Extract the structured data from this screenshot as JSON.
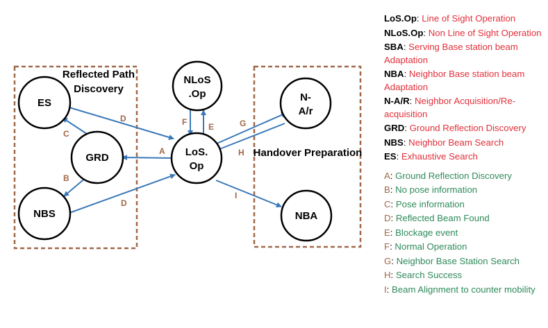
{
  "colors": {
    "group_border": "#a0684a",
    "arrow": "#3a78b8",
    "edge_label": "#a0684a",
    "state_desc": "#e0303a",
    "transition_desc": "#2f8a5a"
  },
  "groups": {
    "reflected_path": {
      "title_line1": "Reflected Path",
      "title_line2": "Discovery"
    },
    "handover": {
      "title": "Handover Preparation"
    }
  },
  "nodes": {
    "es": {
      "line1": "ES"
    },
    "grd": {
      "line1": "GRD"
    },
    "nbs": {
      "line1": "NBS"
    },
    "nlos": {
      "line1": "NLoS",
      "line2": ".Op"
    },
    "los": {
      "line1": "LoS.",
      "line2": "Op"
    },
    "nar": {
      "line1": "N-",
      "line2": "A/r"
    },
    "nba": {
      "line1": "NBA"
    }
  },
  "edges": {
    "a": "A",
    "b": "B",
    "c": "C",
    "d_es": "D",
    "d_nbs": "D",
    "e": "E",
    "f": "F",
    "g": "G",
    "h": "H",
    "i": "I"
  },
  "legend": {
    "states": [
      {
        "key": "LoS.Op",
        "value": "Line of Sight Operation"
      },
      {
        "key": "NLoS.Op",
        "value": "Non Line of Sight Operation"
      },
      {
        "key": "SBA",
        "value": "Serving Base station beam Adaptation"
      },
      {
        "key": "NBA",
        "value": "Neighbor Base station beam Adaptation"
      },
      {
        "key": "N-A/R",
        "value": "Neighbor Acquisition/Re-acquisition"
      },
      {
        "key": "GRD",
        "value": "Ground Reflection Discovery"
      },
      {
        "key": "NBS",
        "value": "Neighbor Beam Search"
      },
      {
        "key": "ES",
        "value": "Exhaustive Search"
      }
    ],
    "transitions": [
      {
        "key": "A",
        "value": "Ground Reflection Discovery"
      },
      {
        "key": "B",
        "value": "No pose information"
      },
      {
        "key": "C",
        "value": "Pose information"
      },
      {
        "key": "D",
        "value": "Reflected Beam Found"
      },
      {
        "key": "E",
        "value": "Blockage event"
      },
      {
        "key": "F",
        "value": "Normal Operation"
      },
      {
        "key": "G",
        "value": "Neighbor Base Station Search"
      },
      {
        "key": "H",
        "value": "Search Success"
      },
      {
        "key": "I",
        "value": "Beam Alignment to counter mobility"
      }
    ]
  }
}
